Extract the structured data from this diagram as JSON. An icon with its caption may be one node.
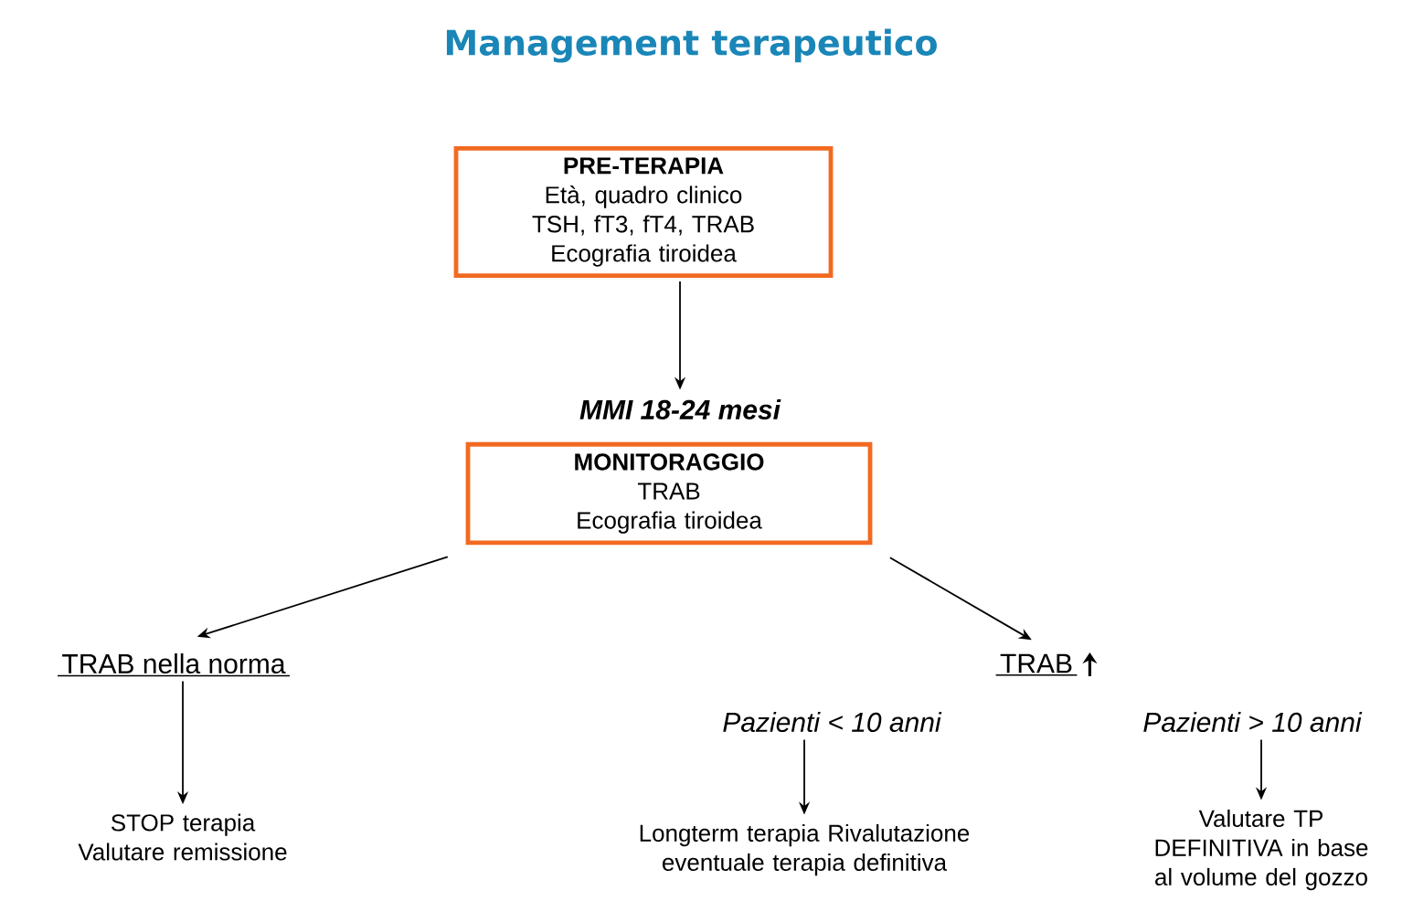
{
  "diagram": {
    "title": "Management terapeutico",
    "nodes": [
      {
        "text": [
          "PRE-TERAPIA",
          "Età, quadro clinico",
          "TSH,  fT3,  fT4, TRAB",
          "Ecografia tiroidea"
        ]
      },
      {
        "text": [
          "MMI  18-24 mesi"
        ]
      },
      {
        "text": [
          "MONITORAGGIO",
          "TRAB",
          "Ecografia tiroidea"
        ]
      },
      {
        "text": [
          "TRAB nella norma"
        ]
      },
      {
        "text": [
          "TRAB"
        ]
      },
      {
        "text": [
          "Pazienti < 10 anni"
        ]
      },
      {
        "text": [
          "Pazienti > 10 anni"
        ]
      },
      {
        "text": [
          "STOP  terapia Valutare remissione"
        ]
      },
      {
        "text": [
          "Longterm terapia Rivalutazione eventuale terapia definitiva"
        ]
      },
      {
        "text": [
          "Valutare TP DEFINITIVA  in base al volume del gozzo"
        ]
      }
    ],
    "edges": [
      {
        "from": 0,
        "to": 1,
        "arrow": "to"
      },
      {
        "from": 2,
        "to": 3,
        "arrow": "to"
      },
      {
        "from": 2,
        "to": 4,
        "arrow": "to"
      },
      {
        "from": 3,
        "to": 7,
        "arrow": "to"
      },
      {
        "from": 5,
        "to": 8,
        "arrow": "to"
      },
      {
        "from": 6,
        "to": 9,
        "arrow": "to"
      }
    ]
  }
}
